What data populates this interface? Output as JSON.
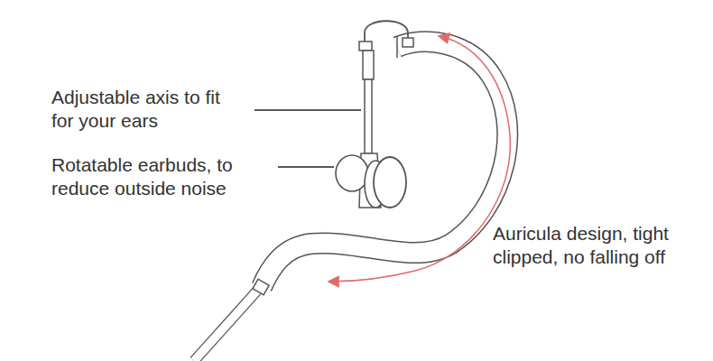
{
  "diagram": {
    "labels": [
      "Adjustable axis to fit for your ears",
      "Rotatable earbuds, to reduce outside noise",
      "Auricula design, tight clipped, no falling off"
    ]
  }
}
